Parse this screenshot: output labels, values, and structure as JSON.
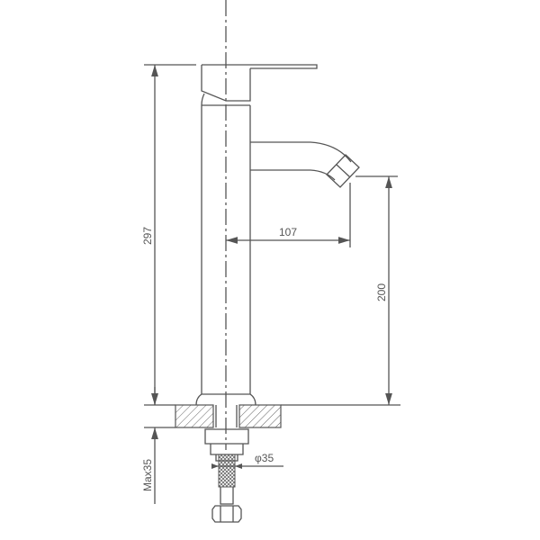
{
  "dimensions": {
    "total_height": "297",
    "spout_height": "200",
    "spout_reach": "107",
    "max_counter_thickness": "Max35",
    "hole_diameter": "φ35"
  },
  "colors": {
    "line": "#555555",
    "background": "#ffffff"
  }
}
